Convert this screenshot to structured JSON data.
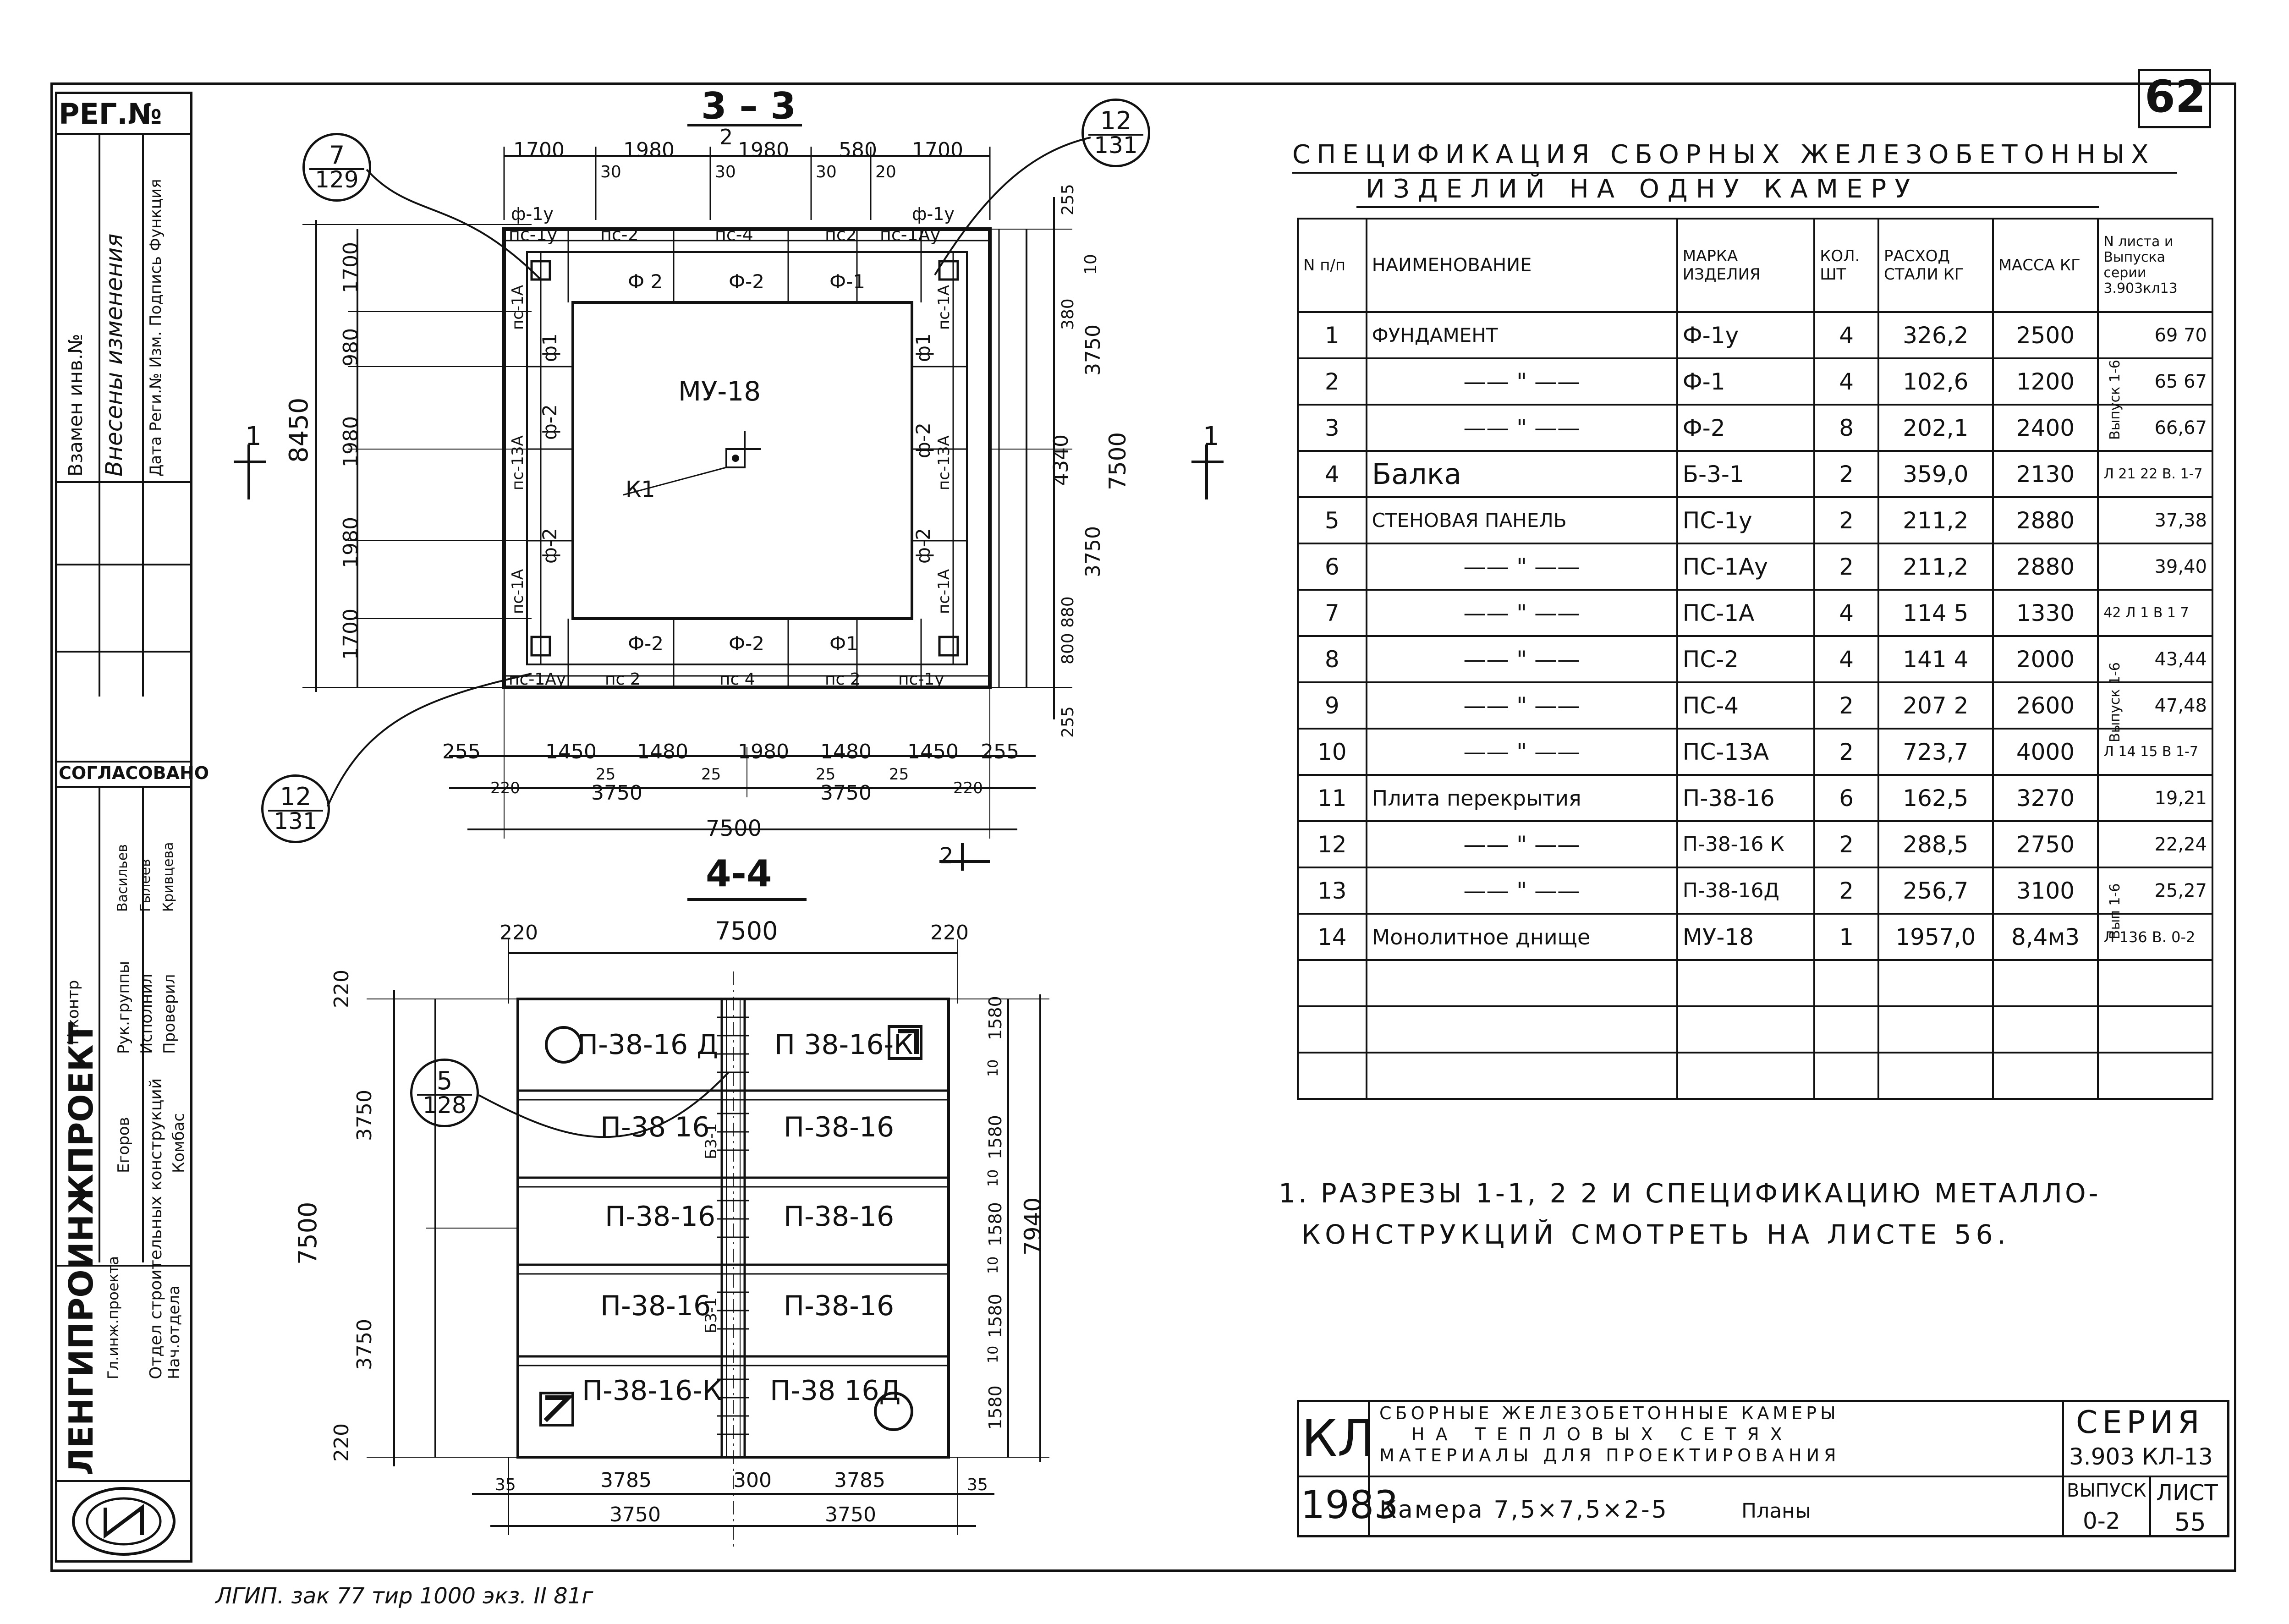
{
  "sheet": {
    "number": "62",
    "reg_label": "РЕГ.№",
    "footer": "ЛГИП. зак 77 тир 1000 экз. II 81г"
  },
  "left_stamp": {
    "top_cols": [
      "Взамен инв.№",
      "Внесены изменения",
      "Дата  Реги.№  Изм.  Подпись  Функция"
    ],
    "agreed": "СОГЛАСОВАНО",
    "org": "ЛЕНГИПРОИНЖПРОЕКТ",
    "roles": [
      "Нач.отдела",
      "Отдел строительных конструкций",
      "Гл.инж.проекта",
      "Рук.группы",
      "Исполнил",
      "Проверил"
    ],
    "names": [
      "Комбас",
      "Егоров",
      "Васильев",
      "Гылеев",
      "Кривцева"
    ],
    "center": "Н.контр"
  },
  "section33": {
    "title": "3 – 3",
    "mark": "2",
    "top_dims": [
      "1700",
      "1980",
      "1980",
      "580",
      "1700"
    ],
    "top_sub": [
      "30",
      "30",
      "30",
      "20"
    ],
    "top_panels_labels": [
      "ф-1у",
      "пс-1у",
      "пс-2",
      "пс-4",
      "пс2",
      "пс-1Ау",
      "ф-1у"
    ],
    "left_dims": [
      "1700",
      "980",
      "1980",
      "1980",
      "1700"
    ],
    "left_total": "8450",
    "right_dims": [
      "255",
      "10",
      "380",
      "3750",
      "4340",
      "3750",
      "880",
      "800",
      "255"
    ],
    "right_total": "7500",
    "inner_label": "МУ-18",
    "k_label": "К1",
    "foundations": [
      "Ф 2",
      "Ф-2",
      "Ф-1",
      "Ф-2",
      "Ф-2",
      "Ф1",
      "ф1",
      "ф-2",
      "ф-2",
      "ф1",
      "ф-2",
      "ф-2"
    ],
    "side_panels": [
      "пс-1А",
      "пс-13А",
      "пс-1А",
      "пс-1А",
      "пс-13А",
      "пс-1А"
    ],
    "bottom_panels_labels": [
      "пс-1Ау",
      "пс 2",
      "пс 4",
      "пс 2",
      "пс-1у"
    ],
    "bottom_dims": [
      "255",
      "1450",
      "1480",
      "1980",
      "1480",
      "1450",
      "255"
    ],
    "bottom_sub": [
      "220",
      "25",
      "25",
      "25",
      "25",
      "220"
    ],
    "bottom_mid": [
      "3750",
      "3750"
    ],
    "bottom_total": "7500",
    "section_mark_left": "1",
    "section_mark_right": "1",
    "bottom_mark": "2"
  },
  "section44": {
    "title": "4-4",
    "top_dims": [
      "220",
      "7500",
      "220"
    ],
    "left_dims": [
      "220",
      "3750",
      "3750",
      "220"
    ],
    "left_total": "7500",
    "right_dims": [
      "1580",
      "10",
      "1580",
      "10",
      "1580",
      "10",
      "1580",
      "10",
      "1580"
    ],
    "right_total": "7940",
    "slabs_left": [
      "П-38-16 Д",
      "П-38 16",
      "П-38-16",
      "П-38-16",
      "П-38-16-К"
    ],
    "slabs_right": [
      "П 38-16-К",
      "П-38-16",
      "П-38-16",
      "П-38-16",
      "П-38 16Д"
    ],
    "beam_labels": [
      "Б3-1",
      "Б3-1"
    ],
    "bottom_dims": [
      "35",
      "3785",
      "300",
      "3785",
      "35"
    ],
    "bottom_mid": [
      "3750",
      "3750"
    ]
  },
  "callouts": [
    {
      "top": "7",
      "bottom": "129"
    },
    {
      "top": "12",
      "bottom": "131"
    },
    {
      "top": "12",
      "bottom": "131"
    },
    {
      "top": "5",
      "bottom": "128"
    }
  ],
  "spec": {
    "title_line1": "СПЕЦИФИКАЦИЯ СБОРНЫХ ЖЕЛЕЗОБЕТОННЫХ",
    "title_line2": "ИЗДЕЛИЙ НА ОДНУ КАМЕРУ",
    "headers": [
      "N п/п",
      "НАИМЕНОВАНИЕ",
      "МАРКА ИЗДЕЛИЯ",
      "КОЛ. ШТ",
      "РАСХОД СТАЛИ КГ",
      "МАССА КГ",
      "N листа и Выпуска серии 3.903кл13"
    ],
    "rows": [
      {
        "n": "1",
        "name": "ФУНДАМЕНТ",
        "mark": "Ф-1у",
        "qty": "4",
        "steel": "326,2",
        "mass": "2500",
        "sheet": "69 70"
      },
      {
        "n": "2",
        "name": "—— \" ——",
        "mark": "Ф-1",
        "qty": "4",
        "steel": "102,6",
        "mass": "1200",
        "sheet": "65 67"
      },
      {
        "n": "3",
        "name": "—— \" ——",
        "mark": "Ф-2",
        "qty": "8",
        "steel": "202,1",
        "mass": "2400",
        "sheet": "66,67"
      },
      {
        "n": "4",
        "name": "Балка",
        "mark": "Б-3-1",
        "qty": "2",
        "steel": "359,0",
        "mass": "2130",
        "sheet": "Л 21 22 В. 1-7"
      },
      {
        "n": "5",
        "name": "СТЕНОВАЯ ПАНЕЛЬ",
        "mark": "ПС-1у",
        "qty": "2",
        "steel": "211,2",
        "mass": "2880",
        "sheet": "37,38"
      },
      {
        "n": "6",
        "name": "—— \" ——",
        "mark": "ПС-1Ау",
        "qty": "2",
        "steel": "211,2",
        "mass": "2880",
        "sheet": "39,40"
      },
      {
        "n": "7",
        "name": "—— \" ——",
        "mark": "ПС-1А",
        "qty": "4",
        "steel": "114 5",
        "mass": "1330",
        "sheet": "42 Л 1 В 1 7"
      },
      {
        "n": "8",
        "name": "—— \" ——",
        "mark": "ПС-2",
        "qty": "4",
        "steel": "141 4",
        "mass": "2000",
        "sheet": "43,44"
      },
      {
        "n": "9",
        "name": "—— \" ——",
        "mark": "ПС-4",
        "qty": "2",
        "steel": "207 2",
        "mass": "2600",
        "sheet": "47,48"
      },
      {
        "n": "10",
        "name": "—— \" ——",
        "mark": "ПС-13А",
        "qty": "2",
        "steel": "723,7",
        "mass": "4000",
        "sheet": "Л 14 15 В 1-7"
      },
      {
        "n": "11",
        "name": "Плита перекрытия",
        "mark": "П-38-16",
        "qty": "6",
        "steel": "162,5",
        "mass": "3270",
        "sheet": "19,21"
      },
      {
        "n": "12",
        "name": "—— \" ——",
        "mark": "П-38-16 К",
        "qty": "2",
        "steel": "288,5",
        "mass": "2750",
        "sheet": "22,24"
      },
      {
        "n": "13",
        "name": "—— \" ——",
        "mark": "П-38-16Д",
        "qty": "2",
        "steel": "256,7",
        "mass": "3100",
        "sheet": "25,27"
      },
      {
        "n": "14",
        "name": "Монолитное днище",
        "mark": "МУ-18",
        "qty": "1",
        "steel": "1957,0",
        "mass": "8,4м3",
        "sheet": "Л 136 В. 0-2"
      }
    ],
    "group_labels": [
      "Выпуск 1-6",
      "Выпуск 1-6",
      "Вып 1-6"
    ]
  },
  "note": {
    "line1": "1. РАЗРЕЗЫ 1-1, 2 2 И СПЕЦИФИКАЦИЮ МЕТАЛЛО-",
    "line2": "КОНСТРУКЦИЙ СМОТРЕТЬ НА ЛИСТЕ 56."
  },
  "titleblock": {
    "kl": "КЛ",
    "year": "1983",
    "desc_line1": "СБОРНЫЕ ЖЕЛЕЗОБЕТОННЫЕ КАМЕРЫ",
    "desc_line2": "НА ТЕПЛОВЫХ СЕТЯХ",
    "desc_line3": "МАТЕРИАЛЫ ДЛЯ ПРОЕКТИРОВАНИЯ",
    "camera": "Камера 7,5×7,5×2-5",
    "plans": "Планы",
    "series_label": "СЕРИЯ",
    "series_value": "3.903 КЛ-13",
    "issue_label": "ВЫПУСК",
    "issue_value": "0-2",
    "sheet_label": "ЛИСТ",
    "sheet_value": "55"
  }
}
